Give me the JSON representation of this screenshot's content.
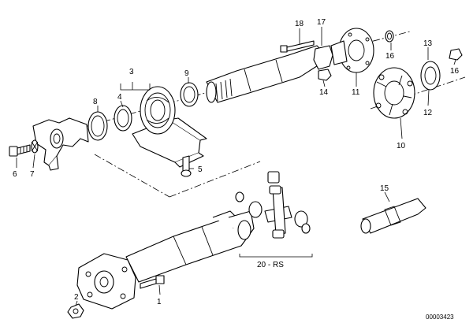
{
  "callouts": {
    "c1": "1",
    "c2": "2",
    "c3": "3",
    "c4": "4",
    "c5": "5",
    "c6": "6",
    "c7": "7",
    "c8": "8",
    "c9": "9",
    "c10": "10",
    "c11": "11",
    "c12": "12",
    "c13": "13",
    "c14": "14",
    "c15": "15",
    "c16": "16",
    "c17": "17",
    "c18": "18",
    "c20": "20 - RS"
  },
  "reference_number": "00003423"
}
